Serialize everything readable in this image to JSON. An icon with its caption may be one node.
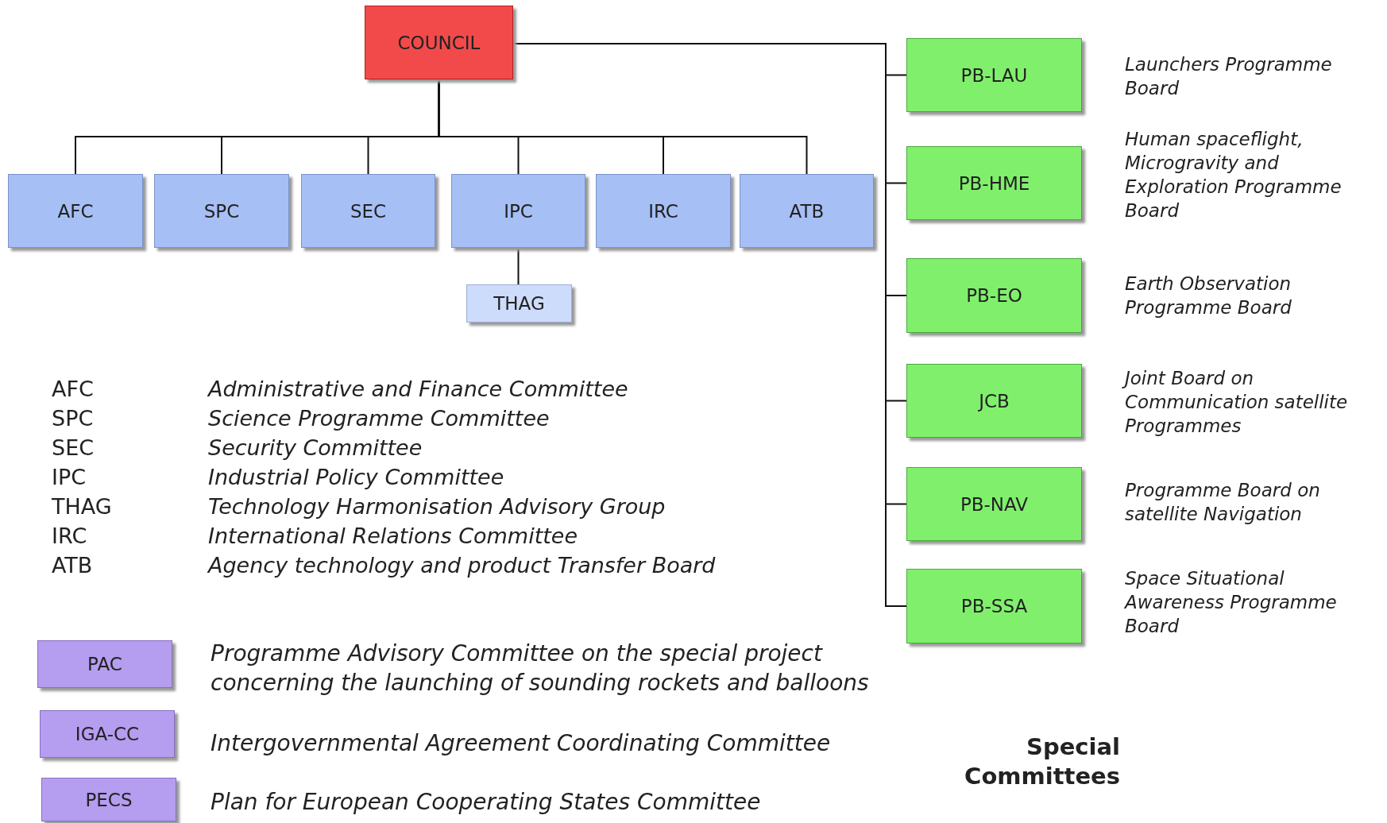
{
  "diagram": {
    "nodes": [
      {
        "text": [
          "COUNCIL"
        ]
      },
      {
        "text": [
          "AFC"
        ]
      },
      {
        "text": [
          "SPC"
        ]
      },
      {
        "text": [
          "SEC"
        ]
      },
      {
        "text": [
          "IPC"
        ]
      },
      {
        "text": [
          "IRC"
        ]
      },
      {
        "text": [
          "ATB"
        ]
      },
      {
        "text": [
          "THAG"
        ]
      },
      {
        "text": [
          "PB-LAU"
        ],
        "beside": [
          "Launchers Programme Board"
        ]
      },
      {
        "text": [
          "PB-HME"
        ],
        "beside": [
          "Human spaceflight, Microgravity and Exploration Programme Board"
        ]
      },
      {
        "text": [
          "PB-EO"
        ],
        "beside": [
          "Earth Observation Programme Board"
        ]
      },
      {
        "text": [
          "JCB"
        ],
        "beside": [
          "Joint Board on Communication satellite Programmes"
        ]
      },
      {
        "text": [
          "PB-NAV"
        ],
        "beside": [
          "Programme Board on satellite Navigation"
        ]
      },
      {
        "text": [
          "PB-SSA"
        ],
        "beside": [
          "Space Situational Awareness Programme Board"
        ]
      },
      {
        "text": [
          "PAC"
        ],
        "beside": [
          "Programme Advisory Committee on the special project concerning the launching of sounding rockets and balloons"
        ]
      },
      {
        "text": [
          "IGA-CC"
        ],
        "beside": [
          "Intergovernmental Agreement Coordinating Committee"
        ]
      },
      {
        "text": [
          "PECS"
        ],
        "beside": [
          "Plan for European Cooperating States Committee"
        ]
      }
    ],
    "edges": [
      {
        "from": 0,
        "to": 1,
        "arrow": "none"
      },
      {
        "from": 0,
        "to": 2,
        "arrow": "none"
      },
      {
        "from": 0,
        "to": 3,
        "arrow": "none"
      },
      {
        "from": 0,
        "to": 4,
        "arrow": "none"
      },
      {
        "from": 0,
        "to": 5,
        "arrow": "none"
      },
      {
        "from": 0,
        "to": 6,
        "arrow": "none"
      },
      {
        "from": 4,
        "to": 7,
        "arrow": "none"
      },
      {
        "from": 0,
        "to": 8,
        "arrow": "none"
      },
      {
        "from": 0,
        "to": 9,
        "arrow": "none"
      },
      {
        "from": 0,
        "to": 10,
        "arrow": "none"
      },
      {
        "from": 0,
        "to": 11,
        "arrow": "none"
      },
      {
        "from": 0,
        "to": 12,
        "arrow": "none"
      },
      {
        "from": 0,
        "to": 13,
        "arrow": "none"
      }
    ],
    "labels": [
      "AFC",
      "Administrative and Finance Committee",
      "SPC",
      "Science Programme Committee",
      "SEC",
      "Security Committee",
      "IPC",
      "Industrial Policy Committee",
      "THAG",
      "Technology Harmonisation Advisory Group",
      "IRC",
      "International Relations Committee",
      "ATB",
      "Agency technology and product Transfer Board",
      "Special Committees"
    ]
  }
}
